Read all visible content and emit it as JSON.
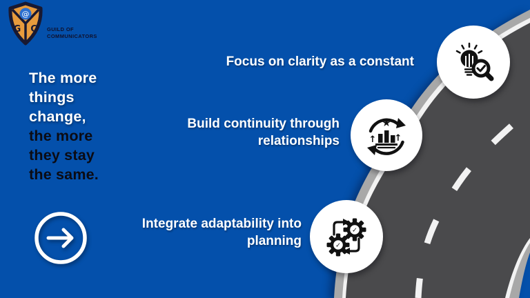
{
  "slide": {
    "background_color": "#0450ab"
  },
  "logo": {
    "org_line1": "GUILD OF",
    "org_line2": "COMMUNICATORS",
    "letter_left": "G",
    "letter_right": "C",
    "shield_fill": "#e79b3d",
    "shield_dark": "#191931",
    "emblem_circle_color": "#2b6fcf"
  },
  "headline": {
    "lines_white": [
      "The more",
      "things",
      "change,"
    ],
    "lines_dark": [
      "the more",
      "they stay",
      "the same."
    ],
    "white_color": "#ffffff",
    "dark_color": "#0b0b13"
  },
  "points": [
    {
      "lines": [
        "Focus on clarity as a constant"
      ],
      "icon": "lightbulb-magnifier-icon"
    },
    {
      "lines": [
        "Build continuity through",
        "relationships"
      ],
      "icon": "growth-cycle-icon"
    },
    {
      "lines": [
        "Integrate adaptability into",
        "planning"
      ],
      "icon": "gears-check-icon"
    }
  ],
  "road": {
    "asphalt_color": "#4a4a4c",
    "shoulder_color": "#a8a8a8",
    "marking_color": "#f2f2f2"
  },
  "glyphs": {
    "star": "★",
    "up_arrow": "↑",
    "check": "✓",
    "swirl": "@"
  }
}
